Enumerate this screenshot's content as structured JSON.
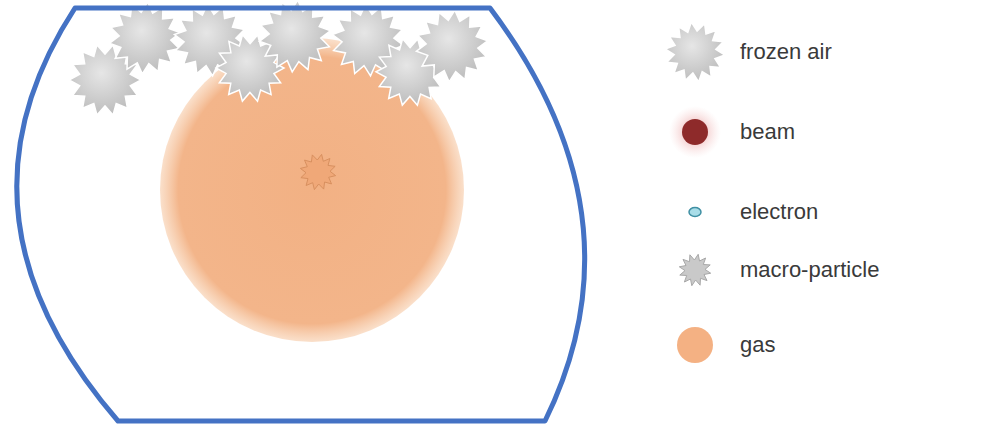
{
  "diagram": {
    "legend": [
      {
        "text": "frozen air"
      },
      {
        "text": "beam",
        "color": "#8e2a2a"
      },
      {
        "text": "electron",
        "color": "#a9dde8"
      },
      {
        "text": "macro-particle"
      },
      {
        "text": "gas",
        "color": "#f4b183"
      }
    ]
  }
}
